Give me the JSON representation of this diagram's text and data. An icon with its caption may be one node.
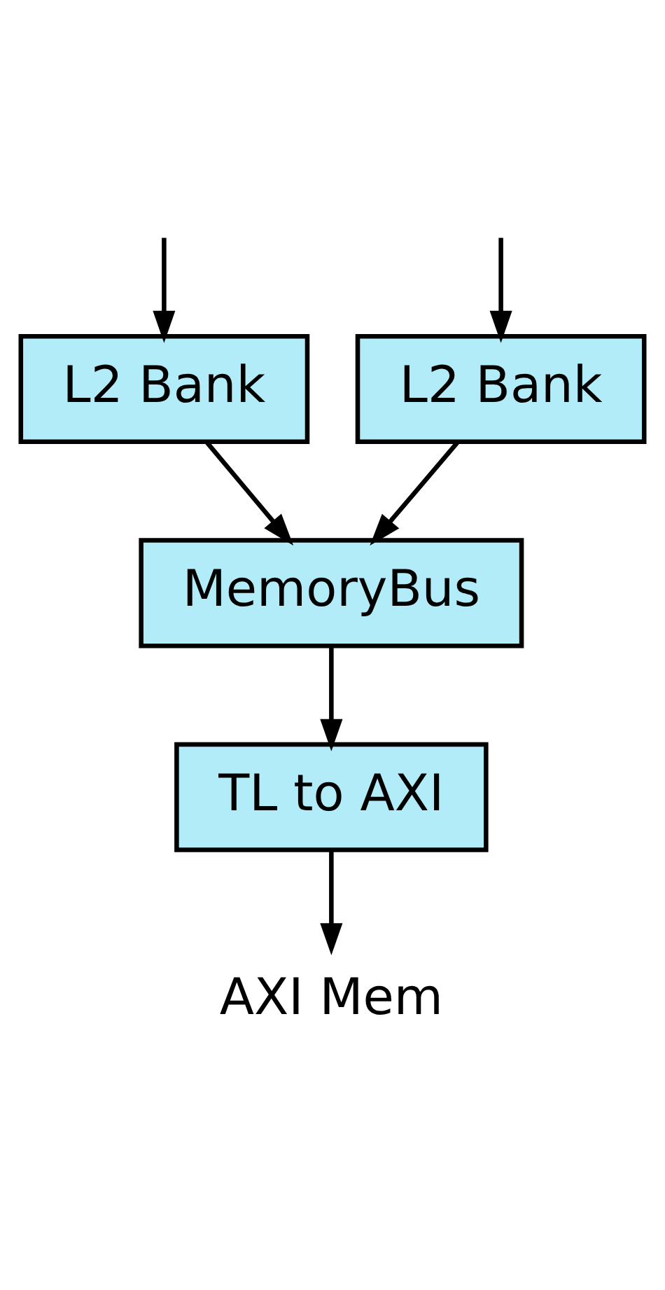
{
  "diagram": {
    "nodes": [
      {
        "text": [
          "L2 Bank"
        ]
      },
      {
        "text": [
          "L2 Bank"
        ]
      },
      {
        "text": [
          "MemoryBus"
        ]
      },
      {
        "text": [
          "TL to AXI"
        ]
      },
      {
        "text": [
          "AXI Mem"
        ]
      }
    ],
    "edges": [
      {
        "from": null,
        "to": 0,
        "arrow": "to"
      },
      {
        "from": null,
        "to": 1,
        "arrow": "to"
      },
      {
        "from": 0,
        "to": 2,
        "arrow": "to"
      },
      {
        "from": 1,
        "to": 2,
        "arrow": "to"
      },
      {
        "from": 2,
        "to": 3,
        "arrow": "to"
      },
      {
        "from": 3,
        "to": 4,
        "arrow": "to"
      }
    ]
  }
}
